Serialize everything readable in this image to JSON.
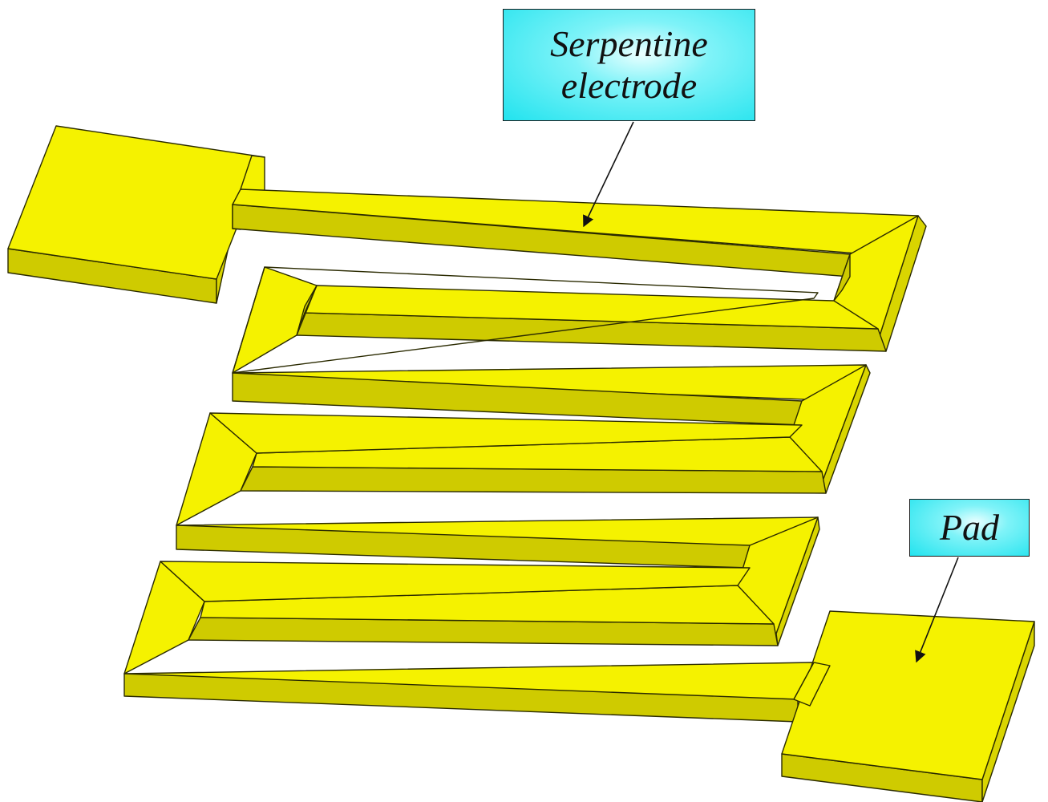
{
  "labels": {
    "serpentine_line1": "Serpentine",
    "serpentine_line2": "electrode",
    "pad": "Pad"
  },
  "colors": {
    "metal_top": "#f5f200",
    "metal_side": "#cfcb00",
    "metal_edge": "#2a2a00",
    "callout_fill": "#22e3ee",
    "arrow": "#111111"
  }
}
